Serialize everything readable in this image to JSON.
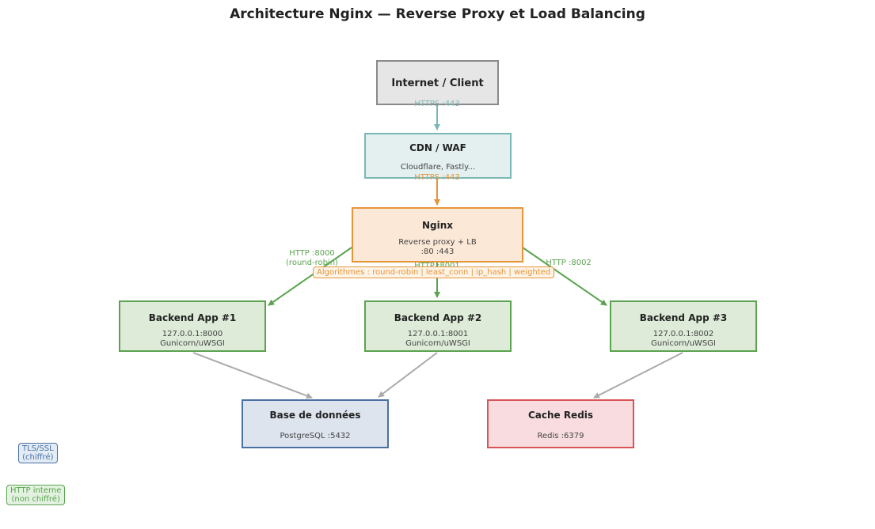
{
  "title": "Architecture Nginx — Reverse Proxy et Load Balancing",
  "colors": {
    "client": "#8a8a8a",
    "cdn": "#7ab8b5",
    "nginx": "#e69539",
    "backend": "#5ba350",
    "db": "#4a6fa5",
    "redis": "#d95555",
    "internal": "#aaaaaa"
  },
  "nodes": {
    "client": {
      "name": "Internet / Client"
    },
    "cdn": {
      "name": "CDN / WAF",
      "sub": "Cloudflare, Fastly..."
    },
    "nginx": {
      "name": "Nginx",
      "sub1": "Reverse proxy + LB",
      "sub2": ":80 :443"
    },
    "backend1": {
      "name": "Backend App #1",
      "sub1": "127.0.0.1:8000",
      "sub2": "Gunicorn/uWSGI"
    },
    "backend2": {
      "name": "Backend App #2",
      "sub1": "127.0.0.1:8001",
      "sub2": "Gunicorn/uWSGI"
    },
    "backend3": {
      "name": "Backend App #3",
      "sub1": "127.0.0.1:8002",
      "sub2": "Gunicorn/uWSGI"
    },
    "db": {
      "name": "Base de données",
      "sub": "PostgreSQL :5432"
    },
    "redis": {
      "name": "Cache Redis",
      "sub": "Redis :6379"
    }
  },
  "edges": {
    "client_cdn": "HTTPS :443",
    "cdn_nginx": "HTTPS :443",
    "nginx_b1_l1": "HTTP :8000",
    "nginx_b1_l2": "(round-robin)",
    "nginx_b2": "HTTP :8001",
    "nginx_b3": "HTTP :8002"
  },
  "algorithms": "Algorithmes : round-robin | least_conn | ip_hash | weighted",
  "legend": {
    "tls_l1": "TLS/SSL",
    "tls_l2": "(chiffré)",
    "http_l1": "HTTP interne",
    "http_l2": "(non chiffré)"
  }
}
